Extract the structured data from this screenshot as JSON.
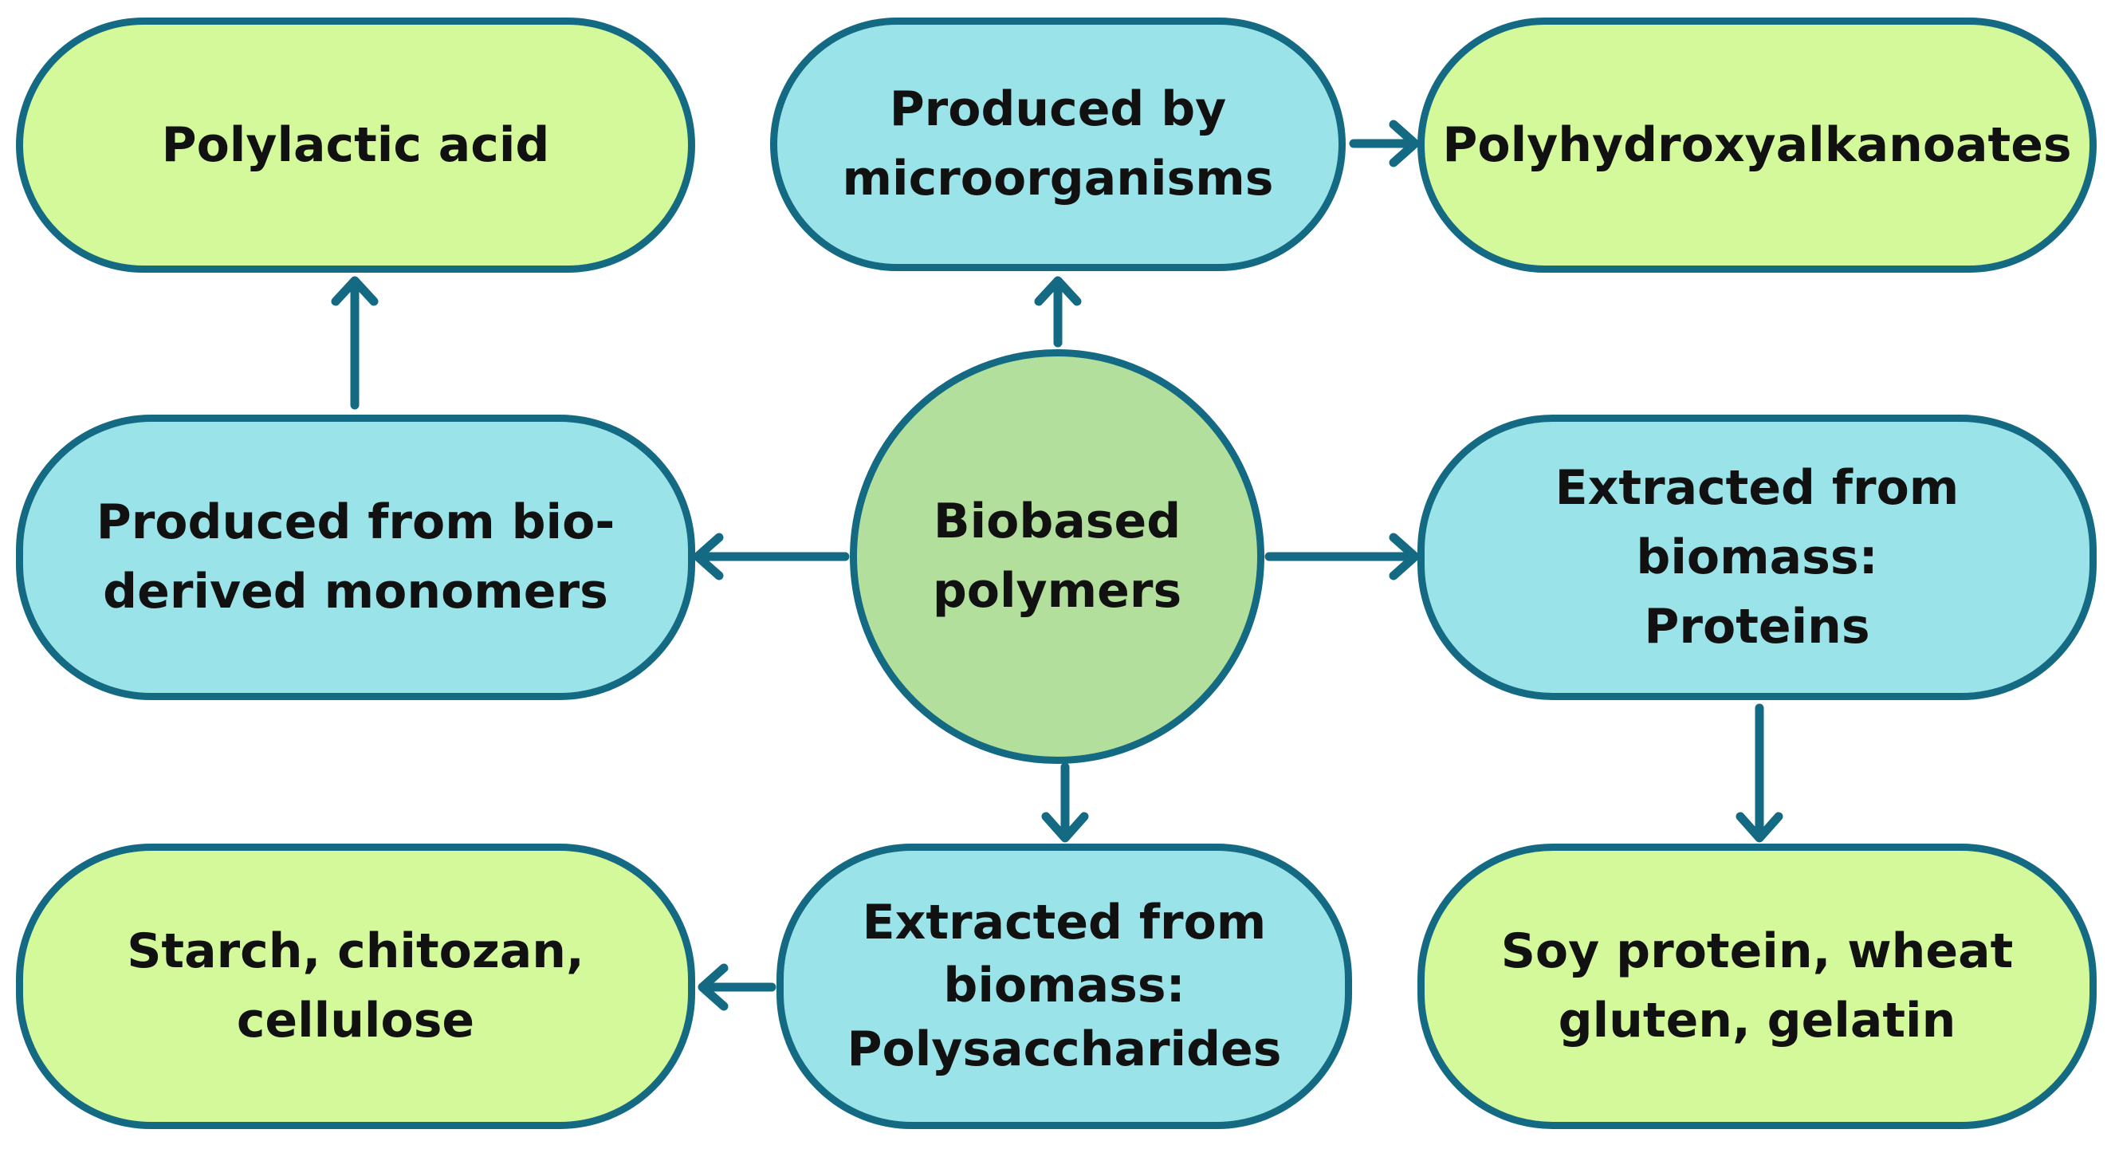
{
  "center": {
    "lines": [
      "Biobased",
      "polymers"
    ]
  },
  "nodes": {
    "polylactic_acid": {
      "lines": [
        "Polylactic acid"
      ]
    },
    "produced_by_microorganisms": {
      "lines": [
        "Produced by",
        "microorganisms"
      ]
    },
    "polyhydroxyalkanoates": {
      "lines": [
        "Polyhydroxyalkanoates"
      ]
    },
    "produced_from_bio_derived_monomers": {
      "lines": [
        "Produced from bio-",
        "derived monomers"
      ]
    },
    "extracted_proteins": {
      "lines": [
        "Extracted from biomass:",
        "Proteins"
      ]
    },
    "starch_chitozan_cellulose": {
      "lines": [
        "Starch, chitozan,",
        "cellulose"
      ]
    },
    "extracted_polysaccharides": {
      "lines": [
        "Extracted from",
        "biomass:",
        "Polysaccharides"
      ]
    },
    "soy_protein_wheat_gluten_gelatin": {
      "lines": [
        "Soy protein, wheat",
        "gluten, gelatin"
      ]
    }
  },
  "colors": {
    "outline": "#136a82",
    "category_fill": "#9ae3e8",
    "example_fill": "#d4f99b",
    "center_fill": "#b2df9b",
    "text": "#111111"
  }
}
